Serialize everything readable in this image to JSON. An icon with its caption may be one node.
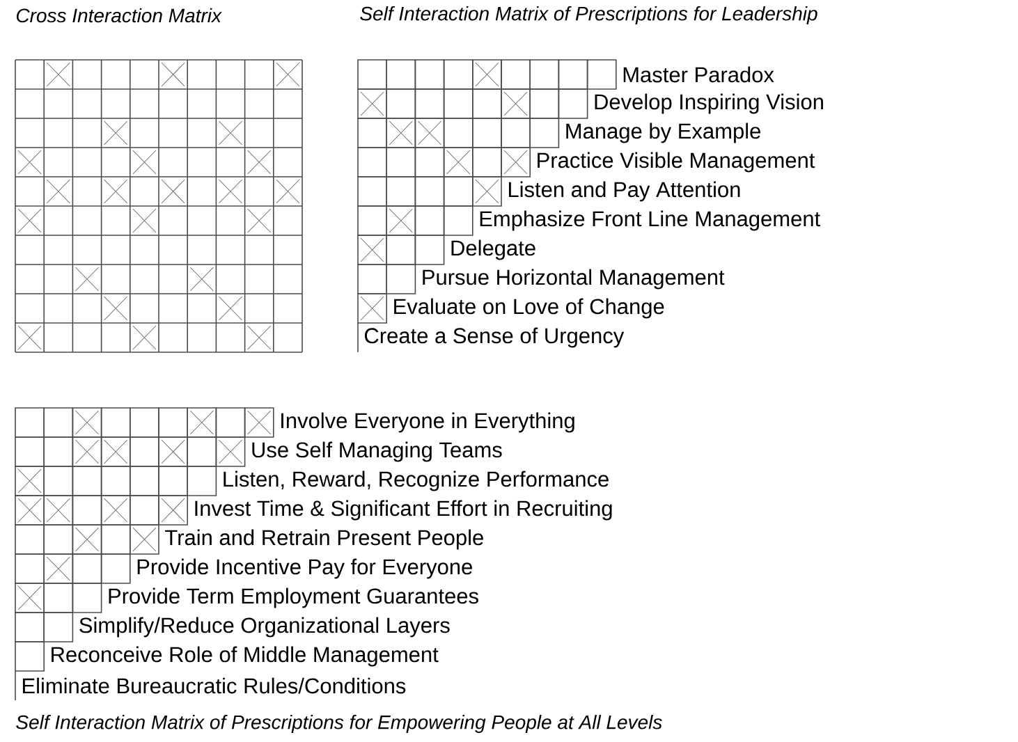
{
  "diagram": {
    "labels": [
      "Cross Interaction Matrix",
      "Self Interaction Matrix of Prescriptions for Leadership",
      "Master Paradox",
      "Develop Inspiring Vision",
      "Manage by Example",
      "Practice Visible Management",
      "Listen and Pay Attention",
      "Emphasize Front Line Management",
      "Delegate",
      "Pursue Horizontal Management",
      "Evaluate on Love of Change",
      "Create a Sense of Urgency",
      "Involve Everyone in Everything",
      "Use Self Managing Teams",
      "Listen, Reward, Recognize Performance",
      "Invest Time & Significant Effort in Recruiting",
      "Train and Retrain Present People",
      "Provide Incentive Pay for Everyone",
      "Provide Term Employment Guarantees",
      "Simplify/Reduce Organizational Layers",
      "Reconceive Role of Middle Management",
      "Eliminate Bureaucratic Rules/Conditions",
      "Self Interaction Matrix of Prescriptions for Empowering People at All Levels"
    ]
  }
}
